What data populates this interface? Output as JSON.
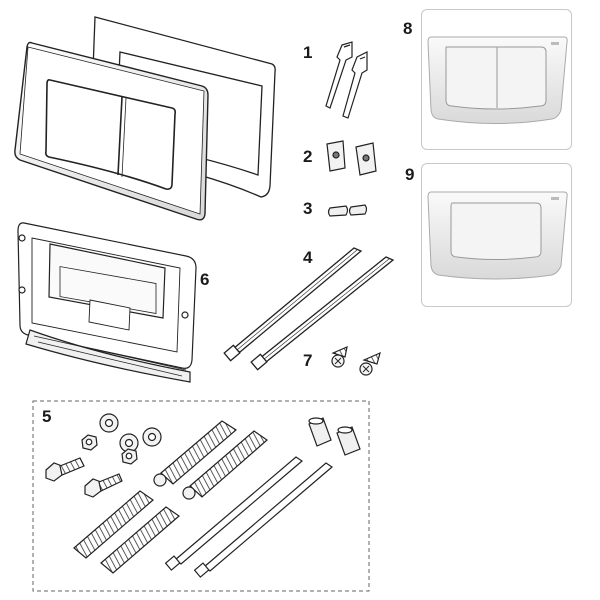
{
  "parts": [
    {
      "number": "1",
      "component": "mounting brackets"
    },
    {
      "number": "2",
      "component": "adjustment blocks"
    },
    {
      "number": "3",
      "component": "clips"
    },
    {
      "number": "4",
      "component": "actuation rods"
    },
    {
      "number": "5",
      "component": "fastening set"
    },
    {
      "number": "6",
      "component": "mounting frame"
    },
    {
      "number": "7",
      "component": "screws"
    },
    {
      "number": "8",
      "component": "dual-flush plate photo"
    },
    {
      "number": "9",
      "component": "single-flush plate photo"
    }
  ],
  "colors": {
    "line": "#222222",
    "metal_light": "#f2f2f2",
    "metal_shadow": "#bdbdbd",
    "frame_border": "#c8c8c8",
    "dash": "#666666"
  }
}
